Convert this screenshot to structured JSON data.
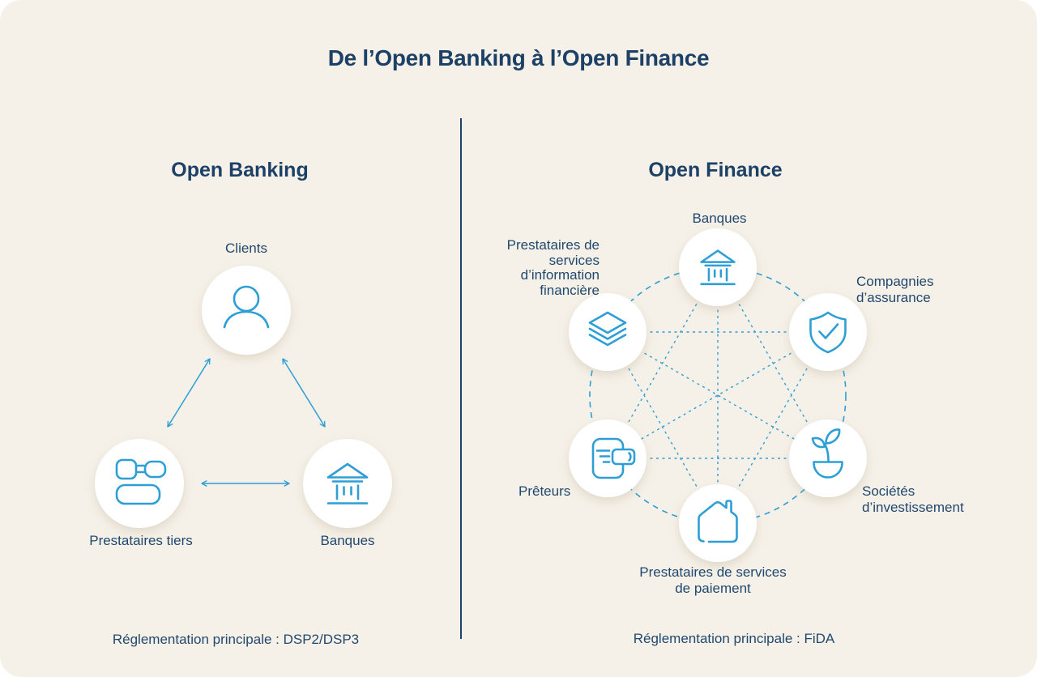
{
  "title": "De l’Open Banking à l’Open Finance",
  "colors": {
    "card_background": "#f6f1e8",
    "heading_navy": "#1c4066",
    "accent_blue": "#2d9ed6",
    "node_fill": "#ffffff"
  },
  "left_panel": {
    "heading": "Open Banking",
    "caption": "Réglementation principale : DSP2/DSP3",
    "nodes": [
      {
        "label": "Clients",
        "icon": "person-icon"
      },
      {
        "label": "Prestataires tiers",
        "icon": "connected-blocks-icon"
      },
      {
        "label": "Banques",
        "icon": "bank-icon"
      }
    ],
    "connections": [
      "Clients ↔ Prestataires tiers",
      "Clients ↔ Banques",
      "Prestataires tiers ↔ Banques"
    ]
  },
  "right_panel": {
    "heading": "Open Finance",
    "caption": "Réglementation principale : FiDA",
    "topology": "six acteurs tous interconnectés (réseau maillé en pointillés)",
    "nodes": [
      {
        "label": "Banques",
        "icon": "bank-icon"
      },
      {
        "label": "Compagnies d’assurance",
        "icon": "shield-check-icon"
      },
      {
        "label": "Sociétés d’investissement",
        "icon": "plant-icon"
      },
      {
        "label": "Prestataires de services de paiement",
        "icon": "house-payment-icon"
      },
      {
        "label": "Prêteurs",
        "icon": "phone-transfer-icon"
      },
      {
        "label": "Prestataires de services d’information financière",
        "icon": "layers-icon"
      }
    ]
  }
}
